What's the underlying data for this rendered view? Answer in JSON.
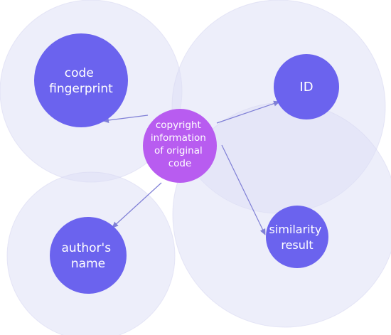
{
  "colors": {
    "halo_fill": "#e9eaf7",
    "halo_stroke": "#e2e3f5",
    "node_fill": "#6b63ee",
    "center_fill": "#b85cf0",
    "arrow": "#7f7fd6",
    "text": "#ffffff"
  },
  "diagram": {
    "center": {
      "lines": [
        "copyright",
        "information",
        "of original",
        "code"
      ]
    },
    "nodes": [
      {
        "id": "code-fingerprint",
        "lines": [
          "code",
          "fingerprint"
        ]
      },
      {
        "id": "id",
        "lines": [
          "ID"
        ]
      },
      {
        "id": "authors-name",
        "lines": [
          "author's",
          "name"
        ]
      },
      {
        "id": "similarity-result",
        "lines": [
          "similarity",
          "result"
        ]
      }
    ]
  }
}
